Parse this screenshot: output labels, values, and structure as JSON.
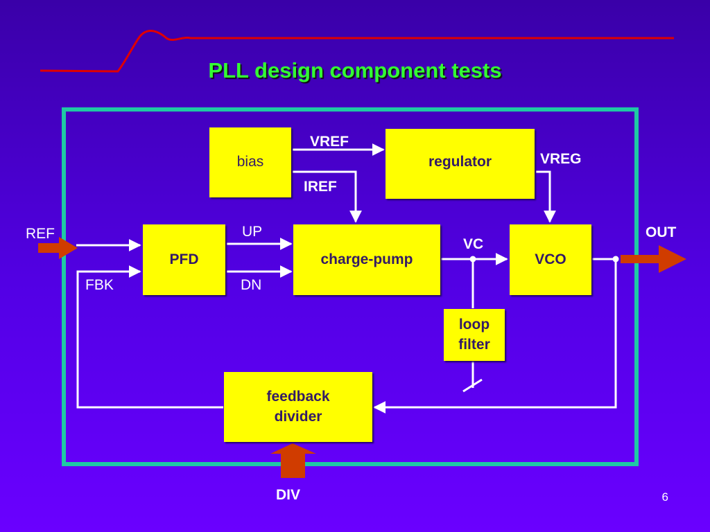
{
  "slide": {
    "title": "PLL design component tests",
    "page_number": "6"
  },
  "blocks": {
    "bias": "bias",
    "regulator": "regulator",
    "pfd": "PFD",
    "charge_pump": "charge-pump",
    "vco": "VCO",
    "loop_filter": "loop filter",
    "feedback_divider": "feedback divider"
  },
  "signals": {
    "vref": "VREF",
    "iref": "IREF",
    "vreg": "VREG",
    "ref": "REF",
    "fbk": "FBK",
    "up": "UP",
    "dn": "DN",
    "vc": "VC",
    "out": "OUT",
    "div": "DIV"
  },
  "colors": {
    "background_top": "#3a00a8",
    "background_bottom": "#6a00ff",
    "title": "#33ff33",
    "frame": "#1fc9a4",
    "block_fill": "#ffff00",
    "block_text": "#331a66",
    "wire": "#ffffff",
    "io_arrow": "#d03c00",
    "header_line": "#e00000"
  }
}
